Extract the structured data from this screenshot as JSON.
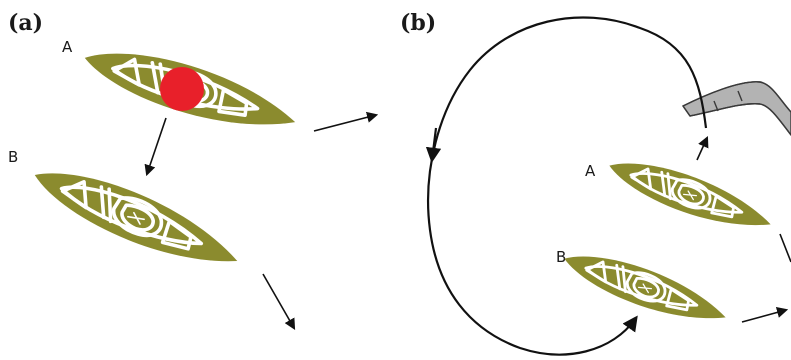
{
  "panels": {
    "a": {
      "label": "(a)"
    },
    "b": {
      "label": "(b)"
    }
  },
  "cells": {
    "a_top": {
      "label": "A"
    },
    "a_bottom": {
      "label": "B"
    },
    "b_top": {
      "label": "A"
    },
    "b_bottom": {
      "label": "B"
    }
  },
  "colors": {
    "cell_body": "#8b8b2e",
    "spot": "#e8202a",
    "micropipette": "#b3b3b3",
    "micropipette_edge": "#3a3a3a"
  }
}
